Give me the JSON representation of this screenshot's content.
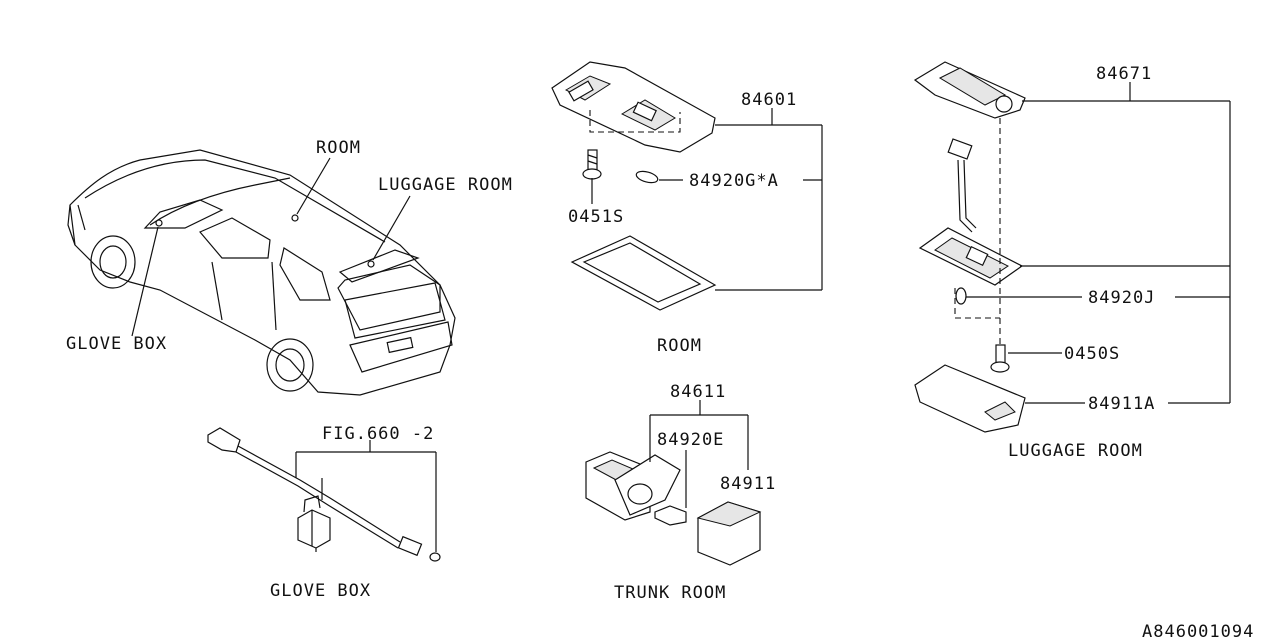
{
  "labels": {
    "room_vehicle": "ROOM",
    "luggage_room_vehicle": "LUGGAGE ROOM",
    "glove_box_vehicle": "GLOVE BOX",
    "p84601": "84601",
    "p84920GA": "84920G*A",
    "p0451S": "0451S",
    "room_caption": "ROOM",
    "p84671": "84671",
    "p84920J": "84920J",
    "p0450S": "0450S",
    "p84911A": "84911A",
    "luggage_room_caption": "LUGGAGE ROOM",
    "fig660": "FIG.660 -2",
    "glove_box_caption": "GLOVE BOX",
    "p84611": "84611",
    "p84920E": "84920E",
    "p84911": "84911",
    "trunk_room_caption": "TRUNK ROOM",
    "diagram_code": "A846001094"
  }
}
